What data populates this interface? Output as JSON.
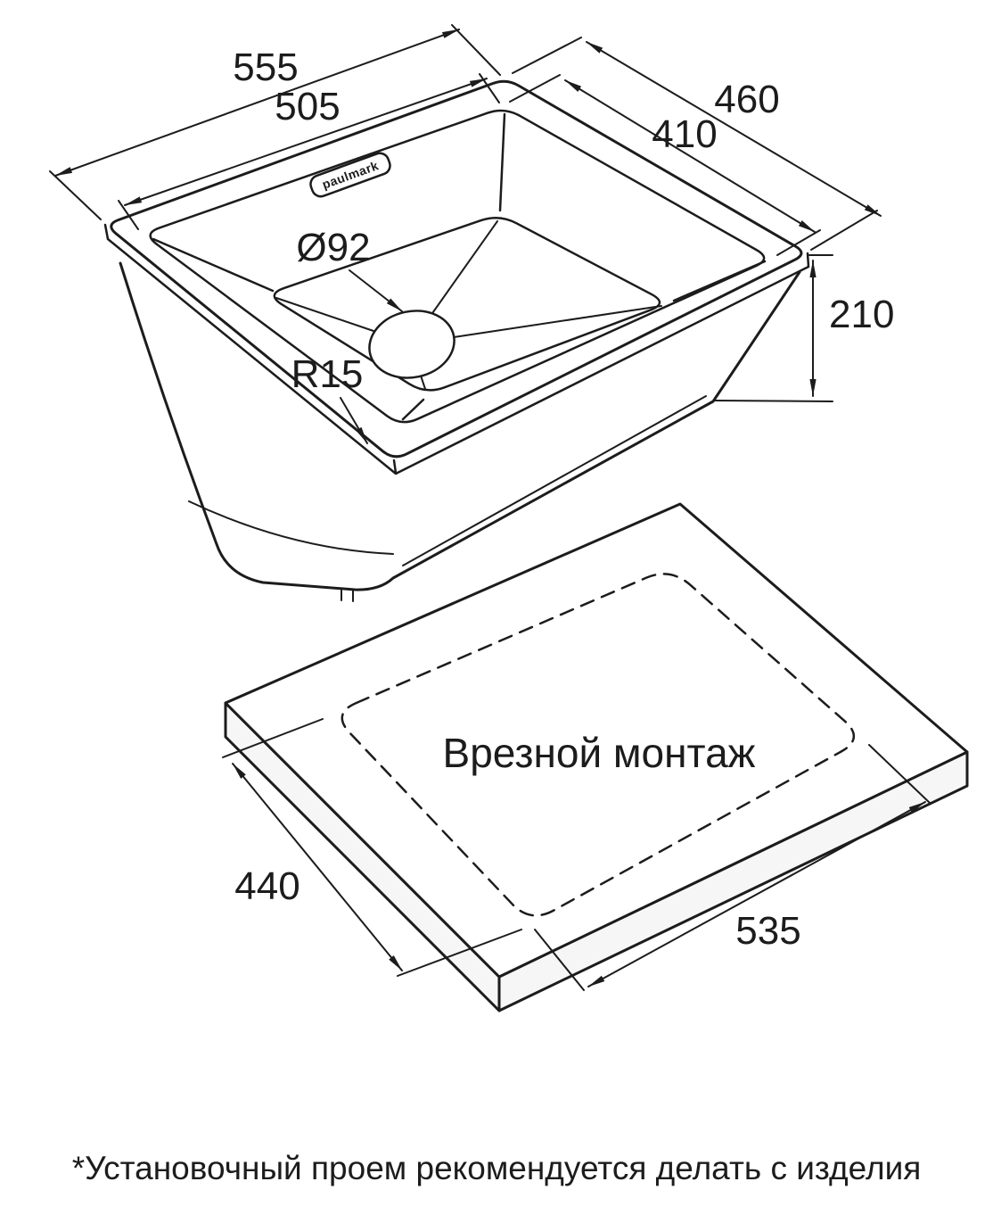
{
  "page": {
    "background": "#ffffff",
    "line_color": "#1c1c1c"
  },
  "sink_view": {
    "brand_logo": "paulmark",
    "dims": {
      "outer_length": "555",
      "inner_length": "505",
      "outer_width": "460",
      "inner_width": "410",
      "drain_diameter": "Ø92",
      "corner_radius": "R15",
      "height": "210"
    }
  },
  "installation_view": {
    "title": "Врезной монтаж",
    "dims": {
      "cutout_width": "440",
      "cutout_length": "535"
    }
  },
  "footnote": "*Установочный проем рекомендуется делать с изделия"
}
